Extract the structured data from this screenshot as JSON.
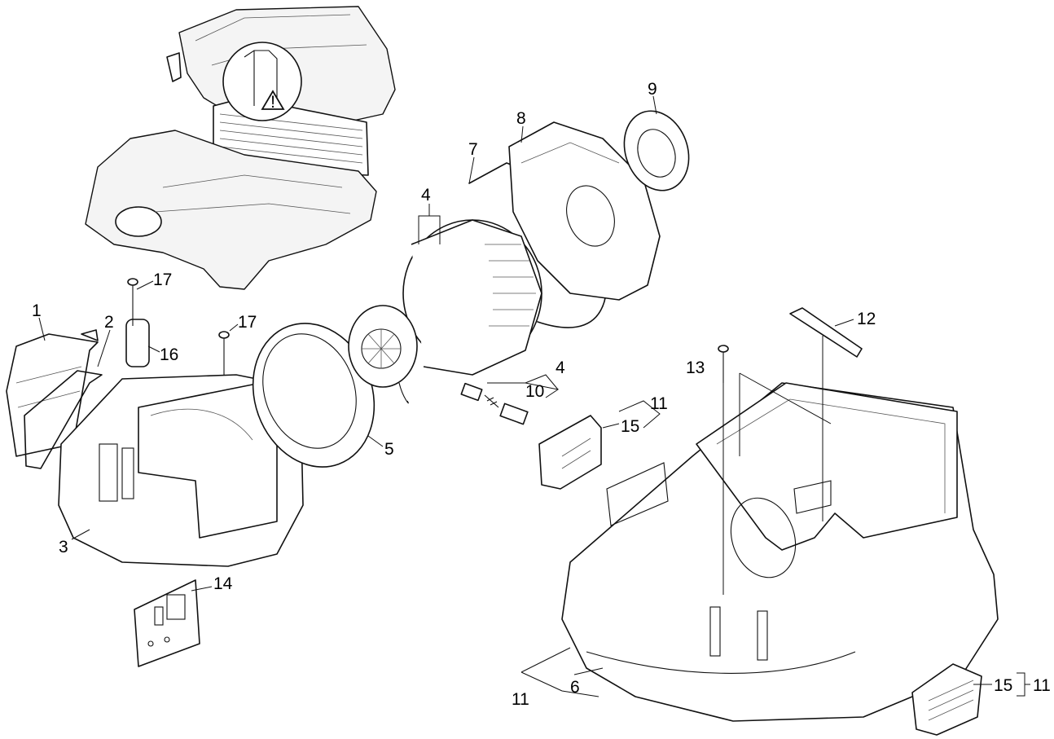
{
  "callouts": {
    "c1": "1",
    "c2": "2",
    "c3": "3",
    "c4a": "4",
    "c4b": "4",
    "c5": "5",
    "c6": "6",
    "c7": "7",
    "c8": "8",
    "c9": "9",
    "c10": "10",
    "c11a": "11",
    "c11b": "11",
    "c11c": "11",
    "c12": "12",
    "c13": "13",
    "c14": "14",
    "c15a": "15",
    "c15b": "15",
    "c16": "16",
    "c17a": "17",
    "c17b": "17"
  },
  "warning_symbol": "!"
}
